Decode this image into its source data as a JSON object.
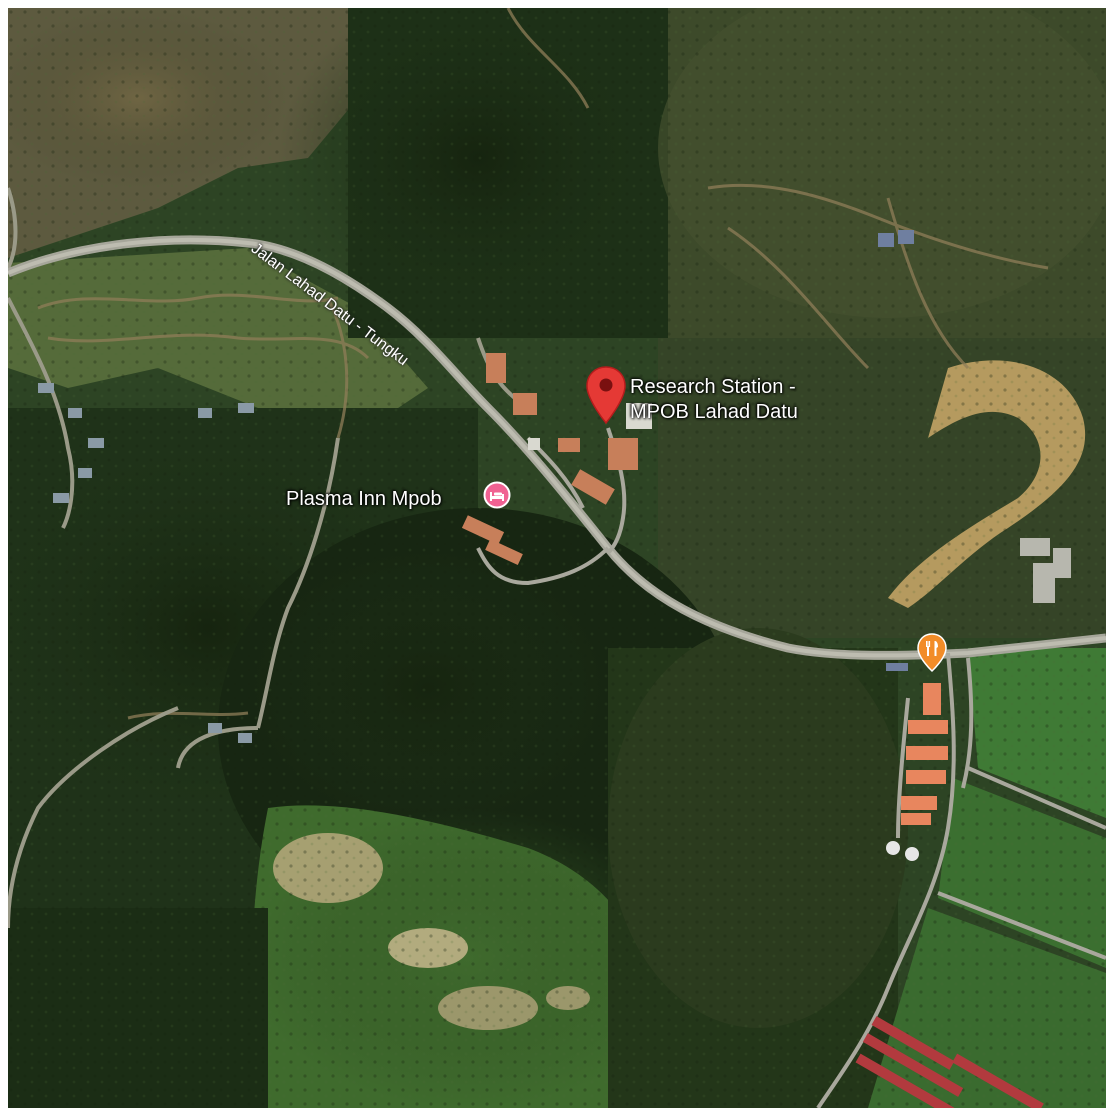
{
  "map": {
    "view": "satellite",
    "road_label": "Jalan Lahad Datu - Tungku",
    "places": [
      {
        "name_line1": "Research Station -",
        "name_line2": "MPOB Lahad Datu",
        "icon": "red-location-pin-icon",
        "pin_color": "#e53935"
      },
      {
        "name": "Plasma Inn Mpob",
        "icon": "hotel-bed-icon",
        "icon_color": "#f06292"
      },
      {
        "name": "",
        "icon": "restaurant-fork-knife-icon",
        "icon_color": "#f28c28"
      }
    ]
  }
}
